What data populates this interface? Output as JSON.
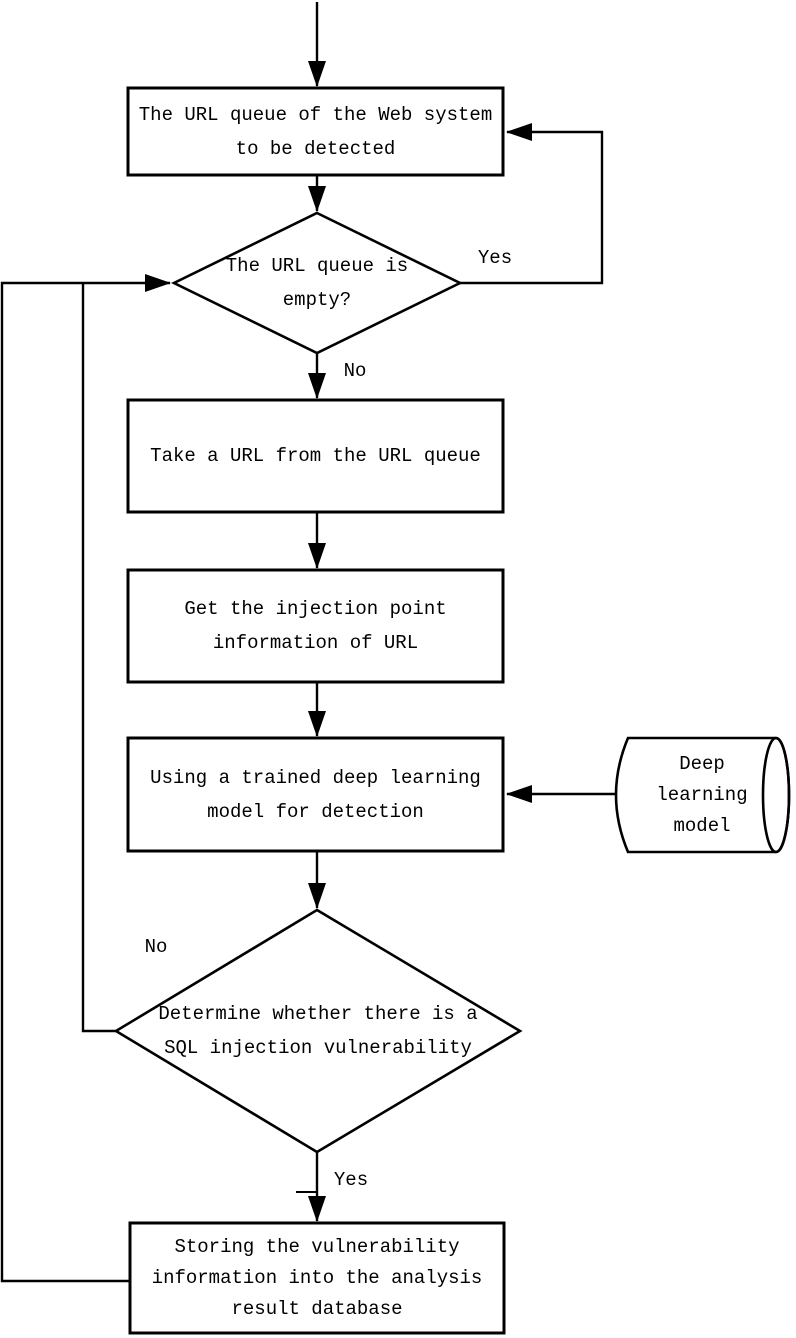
{
  "figure": {
    "type": "flowchart",
    "background_color": "#ffffff",
    "stroke_color": "#000000"
  },
  "nodes": {
    "url_queue_box": {
      "shape": "rectangle",
      "lines": [
        "The URL queue of the Web system",
        "to be detected"
      ]
    },
    "queue_empty_diamond": {
      "shape": "diamond",
      "lines": [
        "The URL queue is",
        "empty?"
      ]
    },
    "take_url_box": {
      "shape": "rectangle",
      "lines": [
        "Take a URL from the URL queue"
      ]
    },
    "injection_point_box": {
      "shape": "rectangle",
      "lines": [
        "Get the injection point",
        "information of URL"
      ]
    },
    "detection_box": {
      "shape": "rectangle",
      "lines": [
        "Using a trained deep learning",
        "model for detection"
      ]
    },
    "model_cylinder": {
      "shape": "horizontal-cylinder",
      "lines": [
        "Deep",
        "learning",
        "model"
      ]
    },
    "vulnerability_diamond": {
      "shape": "diamond",
      "lines": [
        "Determine whether there is a",
        "SQL injection vulnerability"
      ]
    },
    "store_box": {
      "shape": "rectangle",
      "lines": [
        "Storing the vulnerability",
        "information into the analysis",
        "result database"
      ]
    }
  },
  "edges": [
    {
      "from": "start",
      "to": "url_queue_box",
      "label": ""
    },
    {
      "from": "url_queue_box",
      "to": "queue_empty_diamond",
      "label": ""
    },
    {
      "from": "queue_empty_diamond",
      "to": "url_queue_box",
      "label": "Yes"
    },
    {
      "from": "queue_empty_diamond",
      "to": "take_url_box",
      "label": "No"
    },
    {
      "from": "take_url_box",
      "to": "injection_point_box",
      "label": ""
    },
    {
      "from": "injection_point_box",
      "to": "detection_box",
      "label": ""
    },
    {
      "from": "model_cylinder",
      "to": "detection_box",
      "label": ""
    },
    {
      "from": "detection_box",
      "to": "vulnerability_diamond",
      "label": ""
    },
    {
      "from": "vulnerability_diamond",
      "to": "queue_empty_diamond",
      "label": "No"
    },
    {
      "from": "vulnerability_diamond",
      "to": "store_box",
      "label": "Yes"
    },
    {
      "from": "store_box",
      "to": "queue_empty_diamond",
      "label": ""
    }
  ]
}
